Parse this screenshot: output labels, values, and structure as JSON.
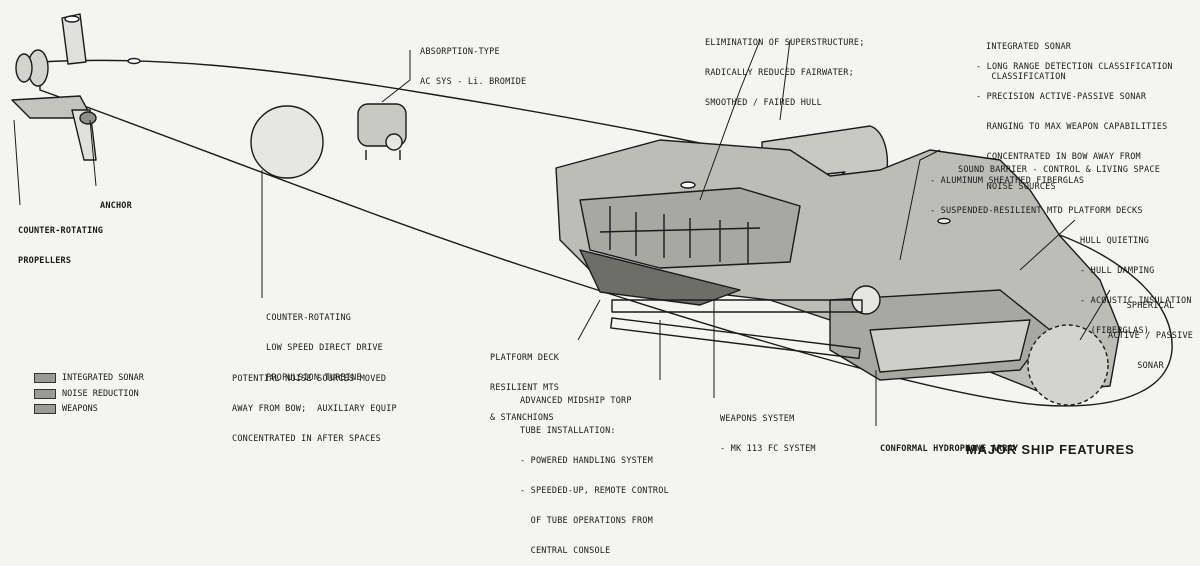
{
  "title": "MAJOR SHIP FEATURES",
  "labels": {
    "absorption": [
      "ABSORPTION-TYPE",
      "AC SYS - Li. BROMIDE"
    ],
    "elimination": [
      "ELIMINATION OF SUPERSTRUCTURE;",
      "RADICALLY REDUCED FAIRWATER;",
      "SMOOTHED / FAIRED HULL"
    ],
    "integrated_title": [
      "INTEGRATED SONAR",
      "CLASSIFICATION"
    ],
    "integrated_items": [
      "- LONG RANGE DETECTION CLASSIFICATION",
      "- PRECISION ACTIVE-PASSIVE SONAR",
      "  RANGING TO MAX WEAPON CAPABILITIES",
      "- CONCENTRATED IN BOW AWAY FROM",
      "  NOISE SOURCES"
    ],
    "anchor": [
      "ANCHOR"
    ],
    "propellers": [
      "COUNTER-ROTATING",
      "PROPELLERS"
    ],
    "sound_barrier": [
      "SOUND BARRIER - CONTROL & LIVING SPACE",
      "- ALUMINUM SHEATHED FIBERGLAS",
      "- SUSPENDED-RESILIENT MTD PLATFORM DECKS"
    ],
    "hull_quieting": [
      "HULL QUIETING",
      "- HULL DAMPING",
      "- ACOUSTIC INSULATION",
      "  (FIBERGLAS)"
    ],
    "spherical": [
      "SPHERICAL",
      "ACTIVE / PASSIVE",
      "SONAR"
    ],
    "turbine": [
      "COUNTER-ROTATING",
      "LOW SPEED DIRECT DRIVE",
      "PROPULSION TURBINE"
    ],
    "platform": [
      "PLATFORM DECK",
      "RESILIENT MTS",
      "& STANCHIONS"
    ],
    "noise_sources": [
      "POTENTIAL NOISE SOURCES MOVED",
      "AWAY FROM BOW;  AUXILIARY EQUIP",
      "CONCENTRATED IN AFTER SPACES"
    ],
    "torp": [
      "ADVANCED MIDSHIP TORP",
      "TUBE INSTALLATION:",
      "- POWERED HANDLING SYSTEM",
      "- SPEEDED-UP, REMOTE CONTROL",
      "  OF TUBE OPERATIONS FROM",
      "  CENTRAL CONSOLE"
    ],
    "weapons": [
      "WEAPONS SYSTEM",
      "- MK 113 FC SYSTEM"
    ],
    "hydrophone": [
      "CONFORMAL HYDROPHONE ARRAY"
    ]
  },
  "legend": [
    "INTEGRATED SONAR",
    "NOISE REDUCTION",
    "WEAPONS"
  ],
  "colors": {
    "ink": "#1a1a1a",
    "paper": "#f4f4f1",
    "shade": "#b8b8b2",
    "dark_shade": "#8f8f89"
  }
}
